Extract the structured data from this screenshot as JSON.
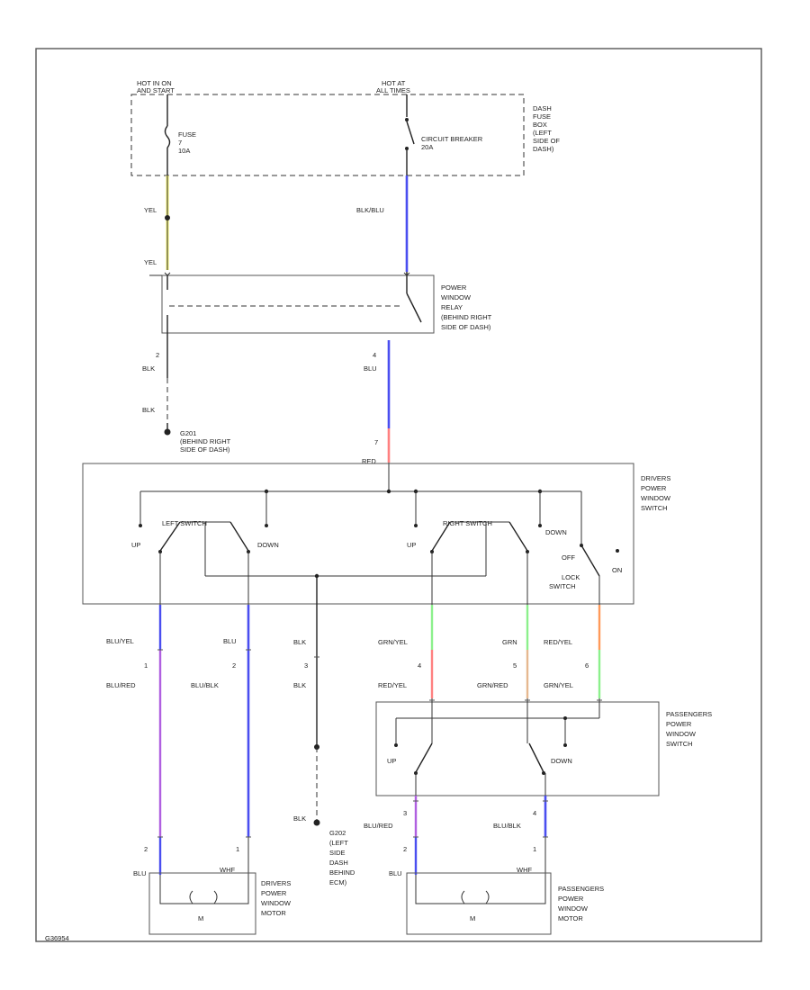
{
  "diagram": {
    "hot_run_start": [
      "HOT IN ON",
      "AND START"
    ],
    "hot_all_times": [
      "HOT AT",
      "ALL TIMES"
    ],
    "fuse_label": [
      "FUSE",
      "7",
      "10A"
    ],
    "circuit_breaker_label": [
      "CIRCUIT BREAKER",
      "20A"
    ],
    "fuse_box_label": [
      "DASH",
      "FUSE",
      "BOX",
      "(LEFT",
      "SIDE OF",
      "DASH)"
    ],
    "wire_yel": "YEL",
    "wire_blk_blu": "BLK/BLU",
    "relay_label": [
      "POWER",
      "WINDOW",
      "RELAY",
      "(BEHIND RIGHT",
      "SIDE OF DASH)"
    ],
    "relay_pin_2": "2",
    "relay_pin_4": "4",
    "wire_blk": "BLK",
    "wire_blu": "BLU",
    "ground_g201": [
      "G201",
      "(BEHIND RIGHT",
      "SIDE OF DASH)"
    ],
    "pin_7": "7",
    "wire_red": "RED",
    "drivers_switch_label": [
      "DRIVERS",
      "POWER",
      "WINDOW",
      "SWITCH"
    ],
    "left_switch": "LEFT SWITCH",
    "right_switch": "RIGHT SWITCH",
    "up": "UP",
    "down": "DOWN",
    "lock_off": "OFF",
    "lock_on": "ON",
    "lock_switch": [
      "LOCK",
      "SWITCH"
    ],
    "wire_blu_yel": "BLU/YEL",
    "wire_blu_red": "BLU/RED",
    "wire_blu_blk": "BLU/BLK",
    "wire_grn_yel": "GRN/YEL",
    "wire_grn": "GRN",
    "wire_red_yel": "RED/YEL",
    "wire_grn_red": "GRN/RED",
    "pin_1": "1",
    "pin_2": "2",
    "pin_3": "3",
    "pin_4": "4",
    "pin_5": "5",
    "pin_6": "6",
    "passengers_switch_label": [
      "PASSENGERS",
      "POWER",
      "WINDOW",
      "SWITCH"
    ],
    "ground_g202": [
      "G202",
      "(LEFT",
      "SIDE",
      "DASH",
      "BEHIND",
      "ECM)"
    ],
    "drivers_motor_label": [
      "DRIVERS",
      "POWER",
      "WINDOW",
      "MOTOR"
    ],
    "passengers_motor_label": [
      "PASSENGERS",
      "POWER",
      "WINDOW",
      "MOTOR"
    ],
    "motor_m": "M",
    "whf": "WHF",
    "page_code": "G36954"
  },
  "wire_colors": {
    "yellow": "#f4f27a",
    "blue": "#4a4ef0",
    "red": "#ff8080",
    "green": "#8cf08c",
    "purple": "#b060e0",
    "orange": "#ff9a5a",
    "tan": "#e6b890"
  }
}
